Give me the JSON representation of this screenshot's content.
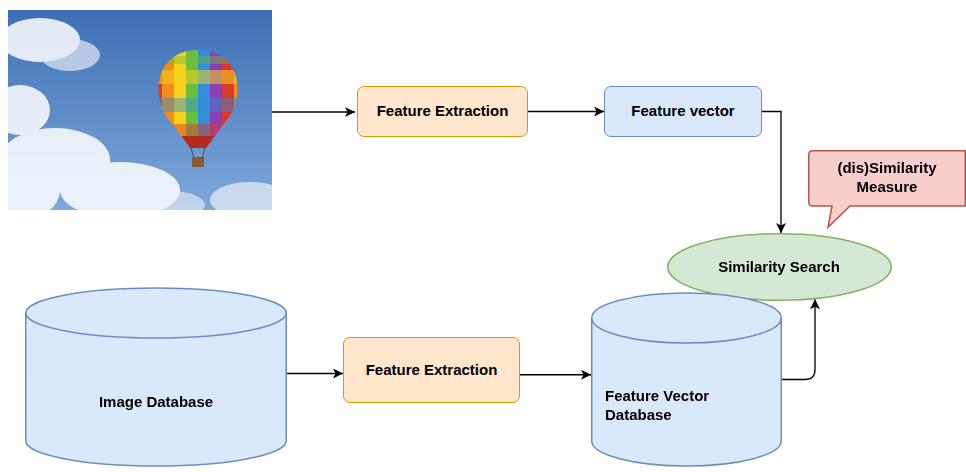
{
  "diagram": {
    "nodes": [
      {
        "text": [
          "Feature Extraction"
        ]
      },
      {
        "text": [
          "Feature vector"
        ]
      },
      {
        "text": [
          "(dis)Similarity Measure"
        ]
      },
      {
        "text": [
          "Similarity Search"
        ]
      },
      {
        "text": [
          "Image Database"
        ]
      },
      {
        "text": [
          "Feature Extraction"
        ]
      },
      {
        "text": [
          "Feature Vector Database"
        ]
      }
    ],
    "edges": [
      {
        "from": 0,
        "to": 1,
        "arrow": "to"
      },
      {
        "from": 1,
        "to": 3,
        "arrow": "to"
      },
      {
        "from": 4,
        "to": 5,
        "arrow": "to"
      },
      {
        "from": 5,
        "to": 6,
        "arrow": "to"
      },
      {
        "from": 6,
        "to": 3,
        "arrow": "to"
      }
    ]
  }
}
